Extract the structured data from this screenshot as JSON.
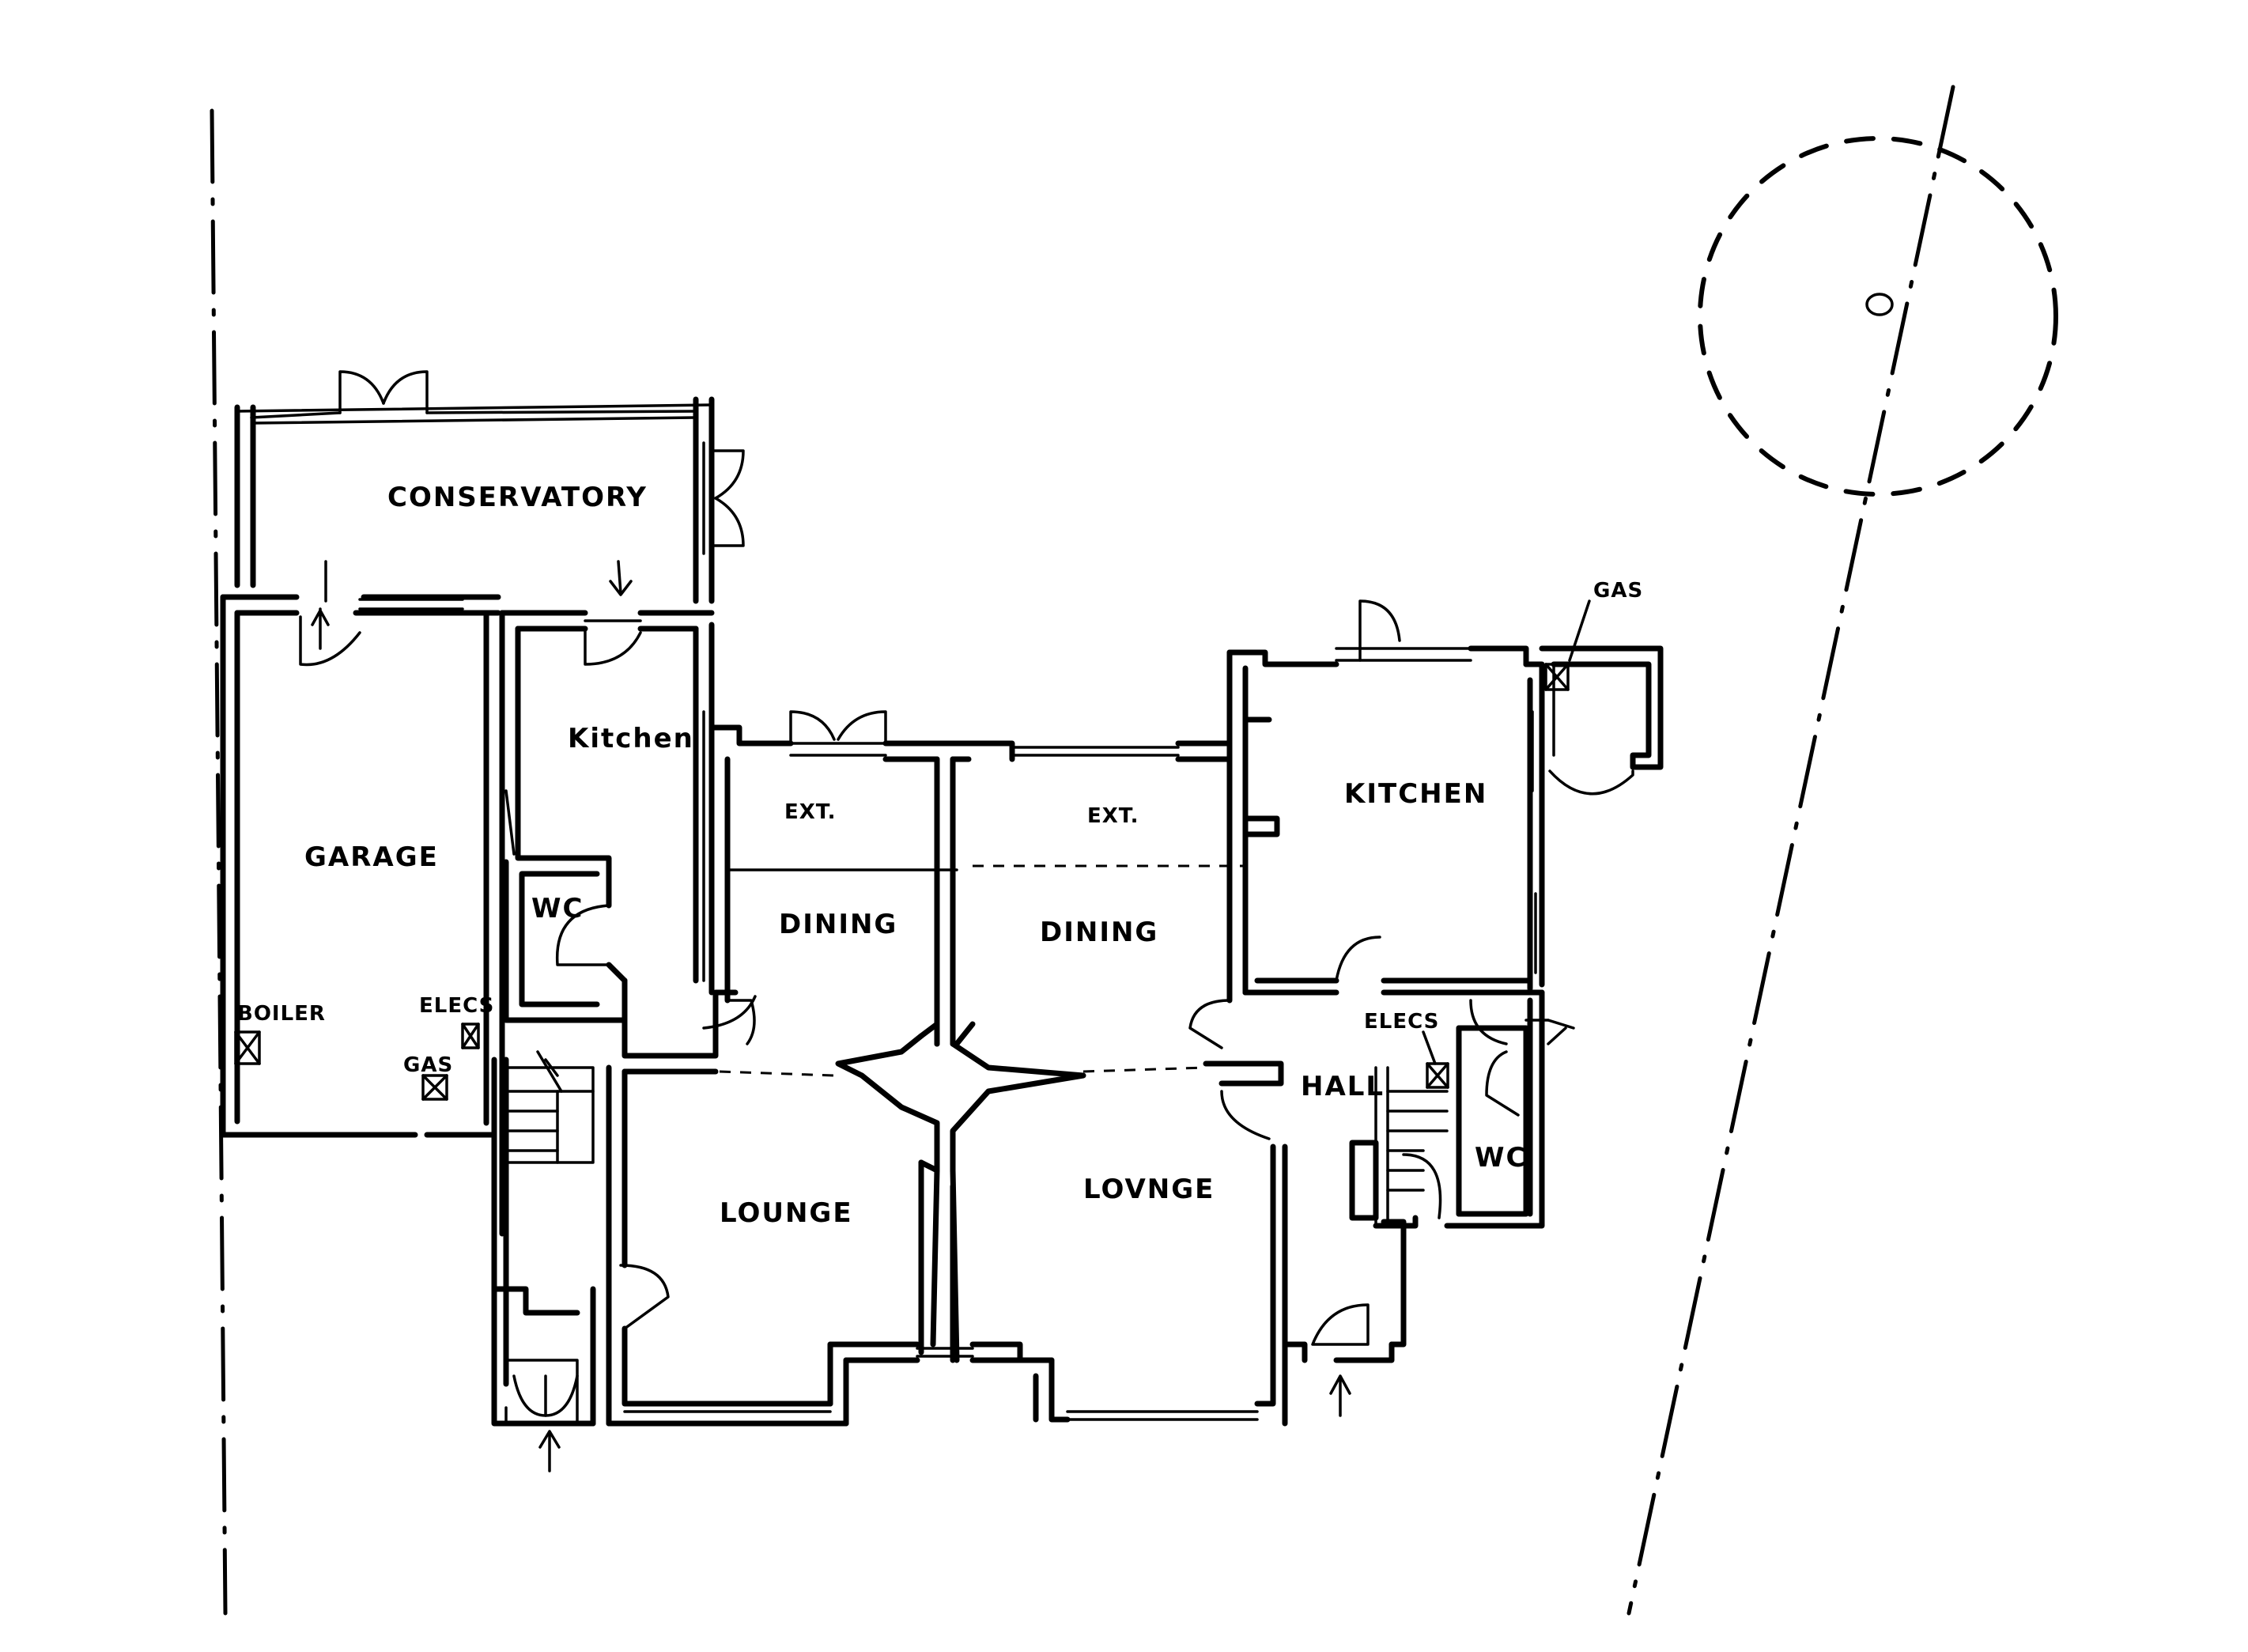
{
  "rooms": {
    "conservatory": "CONSERVATORY",
    "garage": "GARAGE",
    "kitchen_left": "Kitchen",
    "wc_left": "WC",
    "ext_left": "EXT.",
    "dining_left": "DINING",
    "lounge_left": "LOUNGE",
    "ext_right": "EXT.",
    "dining_right": "DINING",
    "lounge_right": "LOVNGE",
    "kitchen_right": "KITCHEN",
    "hall": "HALL",
    "wc_right": "WC"
  },
  "services": {
    "boiler": "BOILER",
    "elecs_garage": "ELECS",
    "gas_garage": "GAS",
    "elecs_hall": "ELECS",
    "gas_external": "GAS"
  },
  "symbols": {
    "boundary_line": "dash-dot-boundary",
    "tree": "tree-canopy-circle",
    "entrance_arrow": "arrow-up-icon"
  }
}
